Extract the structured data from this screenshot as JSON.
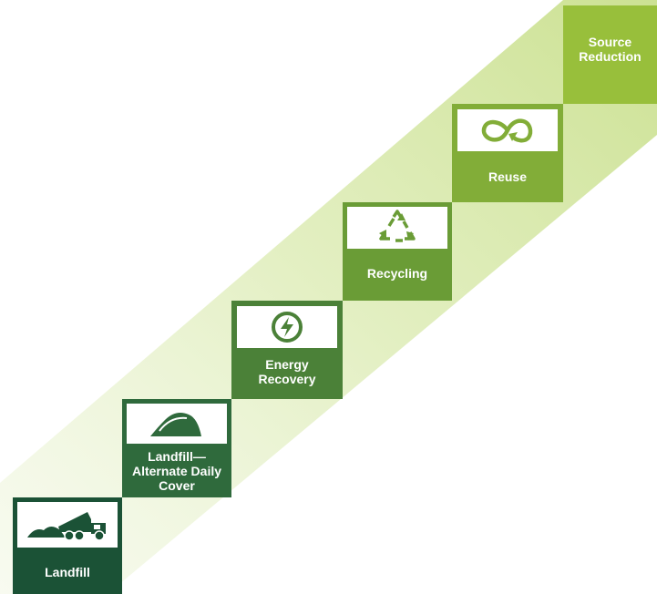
{
  "diagram": {
    "steps": [
      {
        "id": "landfill",
        "label": "Landfill",
        "icon": "dump-truck-icon",
        "color": "#1b5236"
      },
      {
        "id": "adc",
        "label": "Landfill—\nAlternate Daily\nCover",
        "icon": "landfill-mound-icon",
        "color": "#2f6a3c"
      },
      {
        "id": "energy",
        "label": "Energy\nRecovery",
        "icon": "lightning-bolt-icon",
        "color": "#4b8138"
      },
      {
        "id": "recycling",
        "label": "Recycling",
        "icon": "recycle-icon",
        "color": "#6a9c36"
      },
      {
        "id": "reuse",
        "label": "Reuse",
        "icon": "infinity-loop-icon",
        "color": "#82ad38"
      },
      {
        "id": "source",
        "label": "Source\nReduction",
        "icon": "",
        "color": "#98bf3b"
      }
    ],
    "band_color": "#c8de8c"
  }
}
